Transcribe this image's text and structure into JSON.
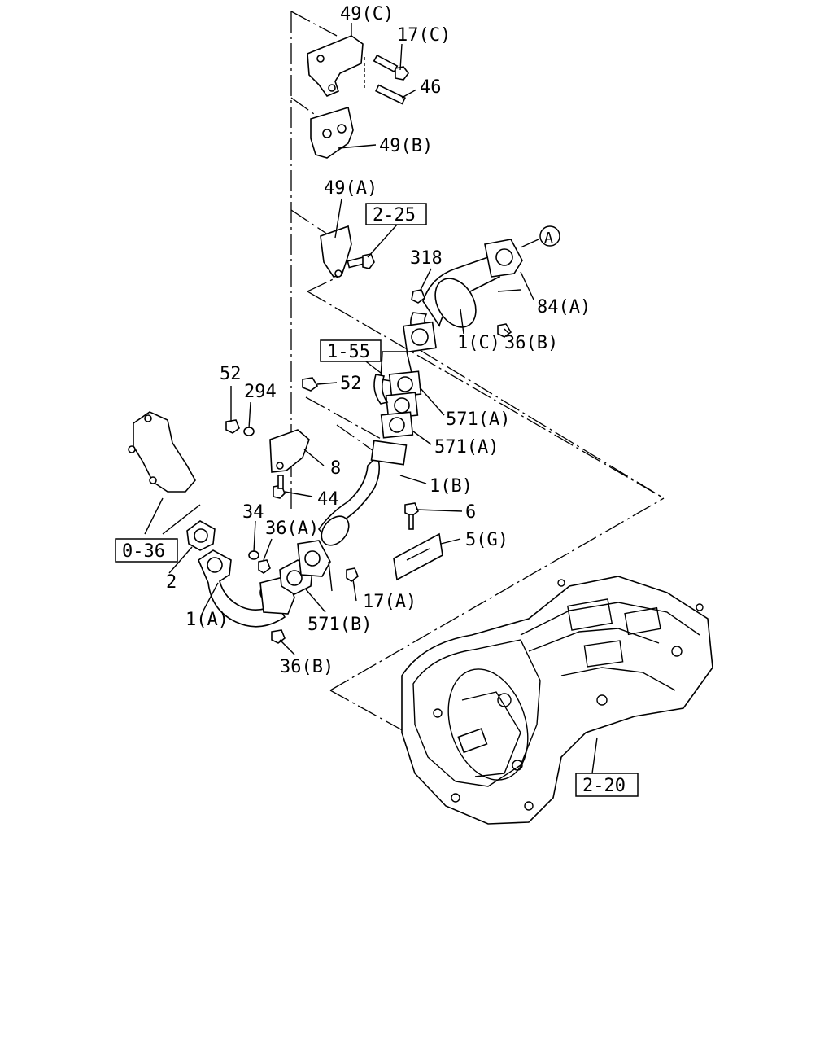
{
  "labels": {
    "l49c": "49(C)",
    "l17c": "17(C)",
    "l46": "46",
    "l49b": "49(B)",
    "l49a": "49(A)",
    "l318": "318",
    "l84a": "84(A)",
    "l1c": "1(C)",
    "l36b_top": "36(B)",
    "l52_left": "52",
    "l294": "294",
    "l52_mid": "52",
    "l571a_1": "571(A)",
    "l571a_2": "571(A)",
    "l8": "8",
    "l1b": "1(B)",
    "l44": "44",
    "l6": "6",
    "l34": "34",
    "l36a": "36(A)",
    "l5g": "5(G)",
    "l2": "2",
    "l17a": "17(A)",
    "l1a": "1(A)",
    "l571b": "571(B)",
    "l36b_bottom": "36(B)"
  },
  "refs": {
    "r225": "2-25",
    "r155": "1-55",
    "r036": "0-36",
    "r220": "2-20"
  },
  "callout": {
    "a": "A"
  }
}
